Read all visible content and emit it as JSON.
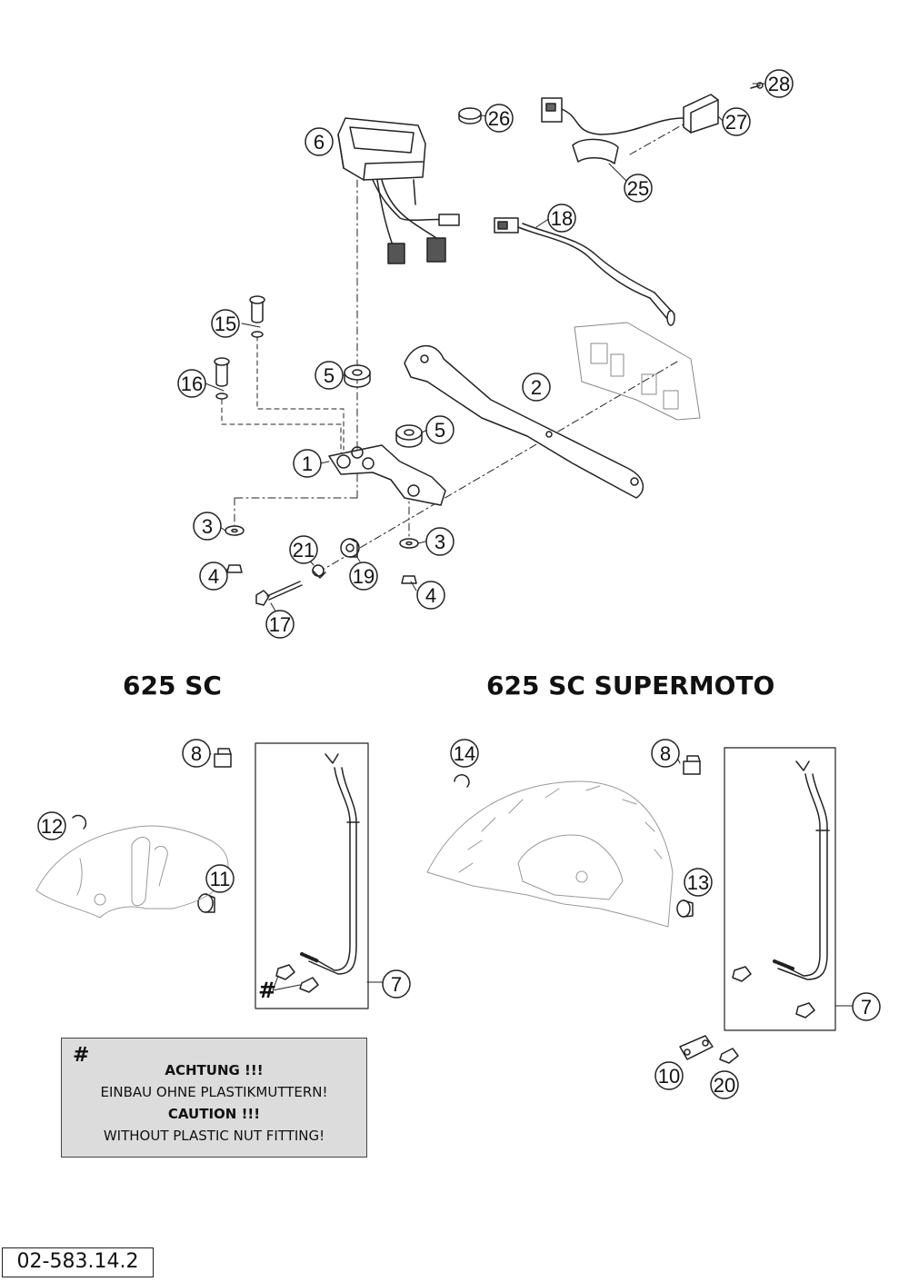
{
  "sections": {
    "left_title": "625 SC",
    "right_title": "625 SC SUPERMOTO"
  },
  "note": {
    "symbol": "#",
    "line1": "ACHTUNG !!!",
    "line2": "EINBAU OHNE PLASTIKMUTTERN!",
    "line3": "CAUTION !!!",
    "line4": "WITHOUT PLASTIC NUT FITTING!"
  },
  "hash_marker": "#",
  "drawing_number": "02-583.14.2",
  "callouts": [
    "28",
    "26",
    "27",
    "6",
    "25",
    "18",
    "15",
    "5",
    "2",
    "16",
    "5",
    "1",
    "3",
    "21",
    "3",
    "4",
    "19",
    "4",
    "17",
    "8",
    "14",
    "8",
    "12",
    "11",
    "13",
    "7",
    "7",
    "10",
    "20"
  ]
}
